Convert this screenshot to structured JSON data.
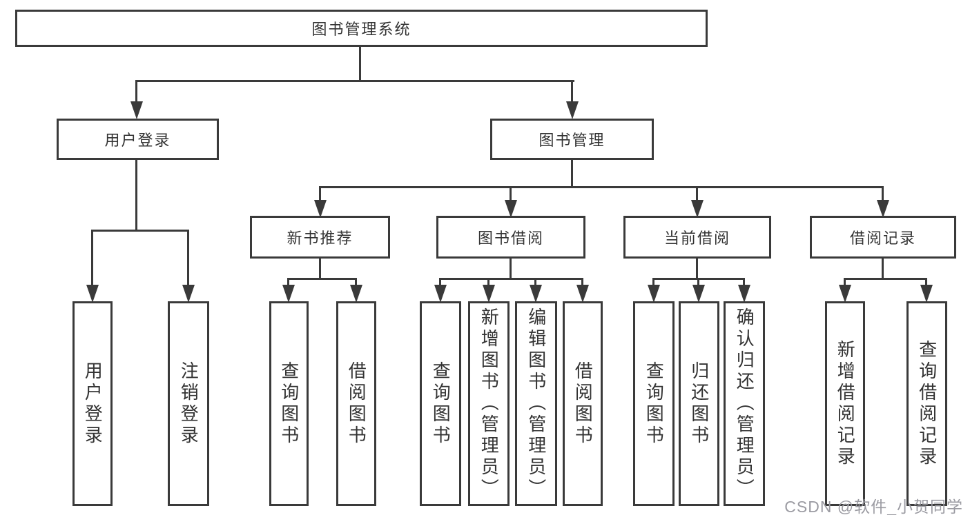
{
  "tree": {
    "root": "图书管理系统",
    "branches": [
      {
        "label": "用户登录",
        "leaves": [
          "用户登录",
          "注销登录"
        ]
      },
      {
        "label": "图书管理",
        "groups": [
          {
            "label": "新书推荐",
            "leaves": [
              "查询图书",
              "借阅图书"
            ]
          },
          {
            "label": "图书借阅",
            "leaves": [
              "查询图书",
              "新增图书（管理员）",
              "编辑图书（管理员）",
              "借阅图书"
            ]
          },
          {
            "label": "当前借阅",
            "leaves": [
              "查询图书",
              "归还图书",
              "确认归还（管理员）"
            ]
          },
          {
            "label": "借阅记录",
            "leaves": [
              "新增借阅记录",
              "查询借阅记录"
            ]
          }
        ]
      }
    ]
  },
  "watermark": {
    "text": "CSDN @软件_小贺同学"
  },
  "colors": {
    "line": "#3a3a3a",
    "text": "#333333",
    "background": "#ffffff",
    "watermark": "#9b9ba2"
  }
}
